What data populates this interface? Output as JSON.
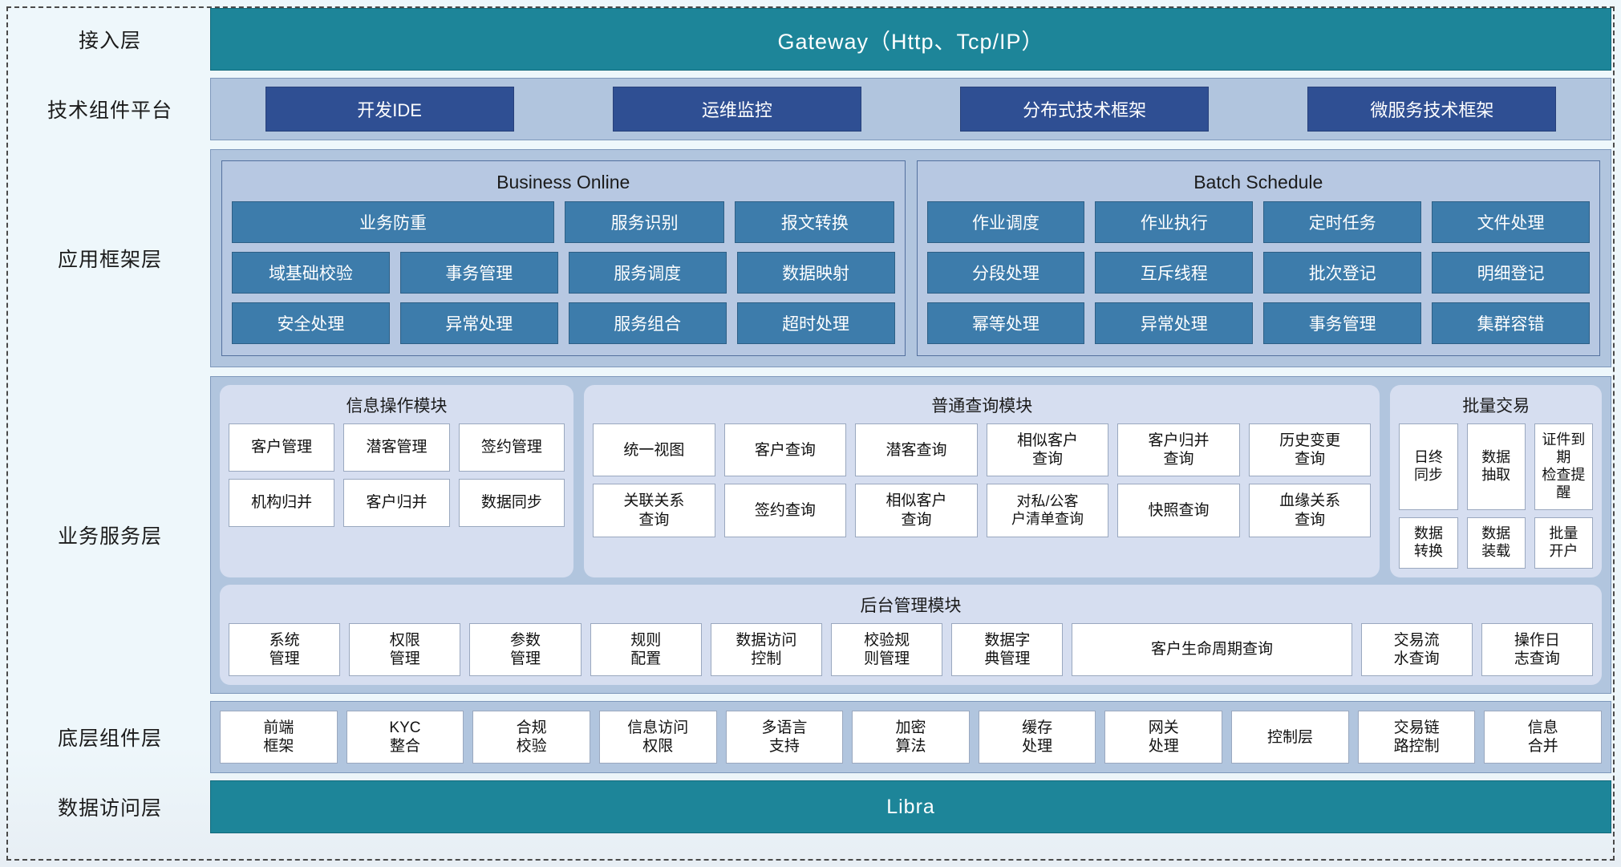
{
  "colors": {
    "banner": "#1d8599",
    "tech_chip": "#2f4f93",
    "app_chip": "#3d7cab",
    "panel": "#b1c5de",
    "card": "#d6def0",
    "cell": "#ffffff",
    "page_bg": "#eef7fb"
  },
  "layers": [
    {
      "id": "access",
      "label": "接入层"
    },
    {
      "id": "tech",
      "label": "技术组件平台"
    },
    {
      "id": "appframe",
      "label": "应用框架层"
    },
    {
      "id": "service",
      "label": "业务服务层"
    },
    {
      "id": "component",
      "label": "底层组件层"
    },
    {
      "id": "data",
      "label": "数据访问层"
    }
  ],
  "access": {
    "banner_label": "Gateway（Http、Tcp/IP）"
  },
  "tech": {
    "chips": [
      "开发IDE",
      "运维监控",
      "分布式技术框架",
      "微服务技术框架"
    ]
  },
  "appframe": {
    "groups": [
      {
        "title": "Business Online",
        "rows": [
          [
            "业务防重",
            "服务识别",
            "报文转换"
          ],
          [
            "域基础校验",
            "事务管理",
            "服务调度",
            "数据映射"
          ],
          [
            "安全处理",
            "异常处理",
            "服务组合",
            "超时处理"
          ]
        ]
      },
      {
        "title": "Batch Schedule",
        "rows": [
          [
            "作业调度",
            "作业执行",
            "定时任务",
            "文件处理"
          ],
          [
            "分段处理",
            "互斥线程",
            "批次登记",
            "明细登记"
          ],
          [
            "幂等处理",
            "异常处理",
            "事务管理",
            "集群容错"
          ]
        ]
      }
    ]
  },
  "service": {
    "cards": [
      {
        "id": "info",
        "title": "信息操作模块",
        "rows": [
          [
            "客户管理",
            "潜客管理",
            "签约管理"
          ],
          [
            "机构归并",
            "客户归并",
            "数据同步"
          ]
        ]
      },
      {
        "id": "query",
        "title": "普通查询模块",
        "rows": [
          [
            "统一视图",
            "客户查询",
            "潜客查询",
            "相似客户\n查询",
            "客户归并\n查询",
            "历史变更\n查询"
          ],
          [
            "关联关系\n查询",
            "签约查询",
            "相似客户\n查询",
            "对私/公客\n户清单查询",
            "快照查询",
            "血缘关系\n查询"
          ]
        ]
      },
      {
        "id": "batch",
        "title": "批量交易",
        "rows": [
          [
            "日终\n同步",
            "数据\n抽取",
            "证件到期\n检查提醒"
          ],
          [
            "数据\n转换",
            "数据\n装载",
            "批量\n开户"
          ]
        ]
      }
    ],
    "backoffice": {
      "title": "后台管理模块",
      "cells": [
        {
          "label": "系统\n管理",
          "wide": false
        },
        {
          "label": "权限\n管理",
          "wide": false
        },
        {
          "label": "参数\n管理",
          "wide": false
        },
        {
          "label": "规则\n配置",
          "wide": false
        },
        {
          "label": "数据访问\n控制",
          "wide": false
        },
        {
          "label": "校验规\n则管理",
          "wide": false
        },
        {
          "label": "数据字\n典管理",
          "wide": false
        },
        {
          "label": "客户生命周期查询",
          "wide": true
        },
        {
          "label": "交易流\n水查询",
          "wide": false
        },
        {
          "label": "操作日\n志查询",
          "wide": false
        }
      ]
    }
  },
  "component": {
    "cells": [
      {
        "label": "前端\n框架",
        "wide": false
      },
      {
        "label": "KYC\n整合",
        "wide": false
      },
      {
        "label": "合规\n校验",
        "wide": false
      },
      {
        "label": "信息访问\n权限",
        "wide": false
      },
      {
        "label": "多语言\n支持",
        "wide": false
      },
      {
        "label": "加密\n算法",
        "wide": false
      },
      {
        "label": "缓存\n处理",
        "wide": false
      },
      {
        "label": "网关\n处理",
        "wide": false
      },
      {
        "label": "控制层",
        "wide": false
      },
      {
        "label": "交易链\n路控制",
        "wide": false
      },
      {
        "label": "信息\n合并",
        "wide": false
      }
    ]
  },
  "data": {
    "banner_label": "Libra"
  }
}
